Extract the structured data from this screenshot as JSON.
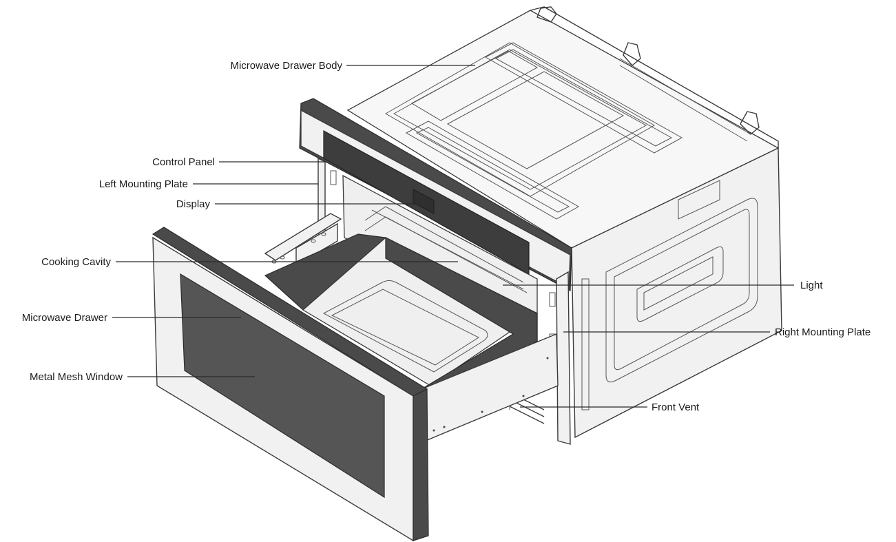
{
  "callouts": {
    "body": "Microwave Drawer Body",
    "control_panel": "Control Panel",
    "left_mounting_plate": "Left Mounting Plate",
    "display": "Display",
    "cooking_cavity": "Cooking Cavity",
    "light": "Light",
    "drawer": "Microwave Drawer",
    "right_mounting_plate": "Right Mounting Plate",
    "mesh_window": "Metal Mesh Window",
    "front_vent": "Front Vent"
  },
  "colors": {
    "panel_dark": "#4a4a4a",
    "steel": "#f1f1f1",
    "line": "#3a3a3a"
  }
}
